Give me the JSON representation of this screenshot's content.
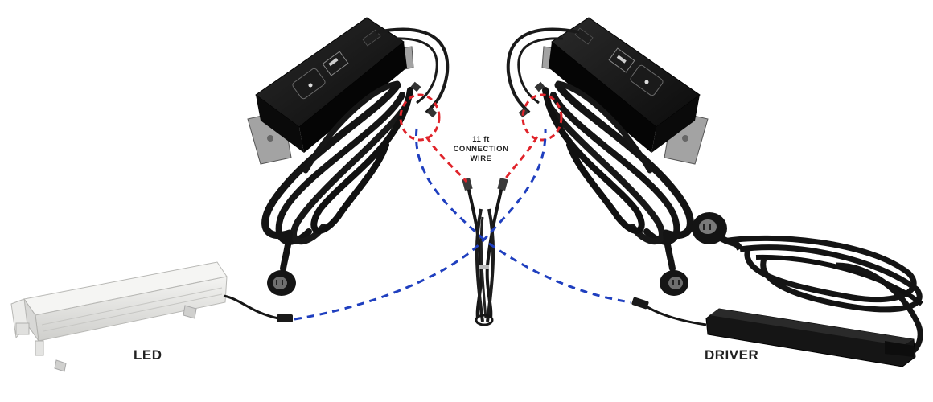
{
  "labels": {
    "led": "LED",
    "driver": "DRIVER",
    "wire_length": "11 ft",
    "wire_line1": "CONNECTION",
    "wire_line2": "WIRE"
  },
  "colors": {
    "hardware": "#141414",
    "bracket": "#9a9a9a",
    "led_body": "#e4e4e2",
    "dashed_blue": "#1f3fbf",
    "dashed_red": "#e0242b"
  },
  "components": {
    "left_unit": "power-outlet-unit",
    "right_unit": "power-outlet-unit",
    "led_fixture": "led-light-bar",
    "driver": "led-driver"
  }
}
